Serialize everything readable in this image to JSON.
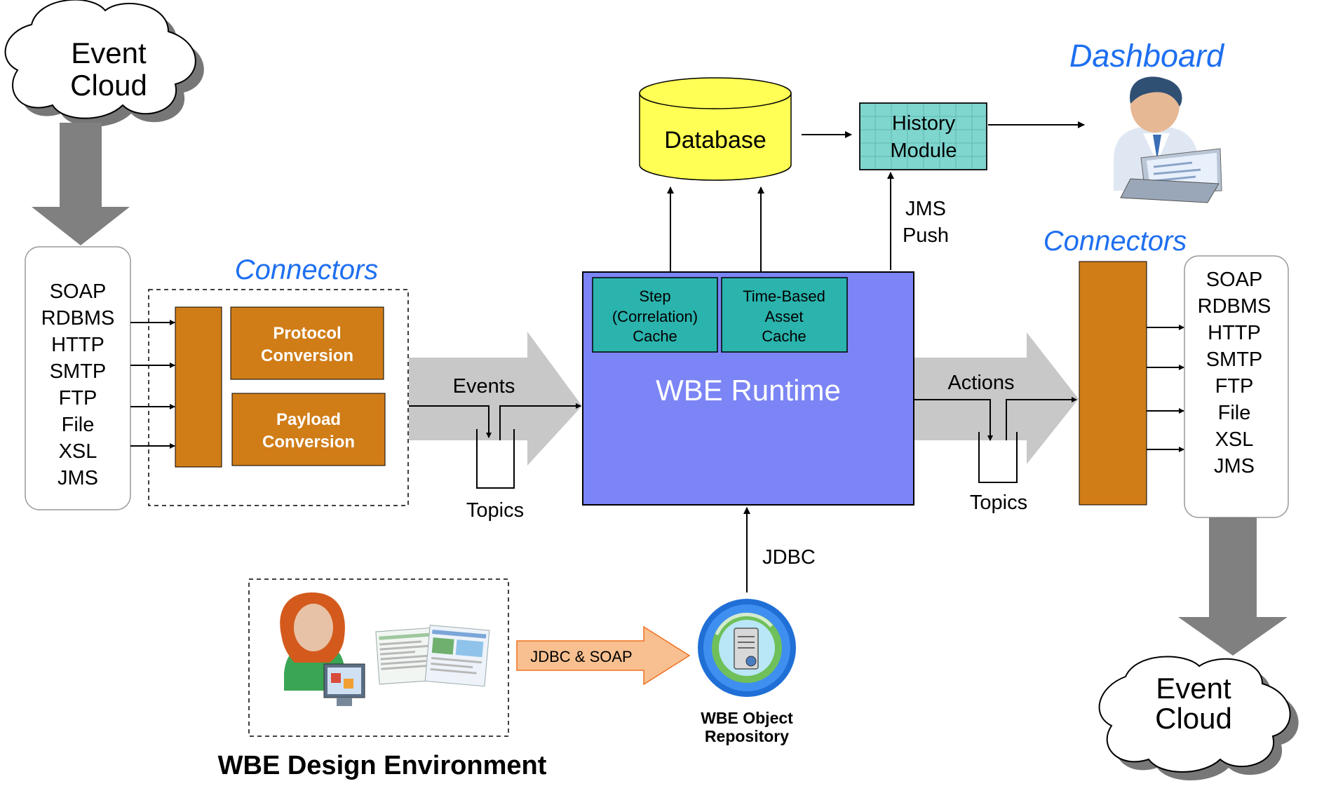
{
  "event_cloud_in": {
    "line1": "Event",
    "line2": "Cloud"
  },
  "event_cloud_out": {
    "line1": "Event",
    "line2": "Cloud"
  },
  "inbound": {
    "protocols": [
      "SOAP",
      "RDBMS",
      "HTTP",
      "SMTP",
      "FTP",
      "File",
      "XSL",
      "JMS"
    ],
    "connectors_label": "Connectors",
    "protocol_conversion": [
      "Protocol",
      "Conversion"
    ],
    "payload_conversion": [
      "Payload",
      "Conversion"
    ],
    "events_label": "Events",
    "topics_label": "Topics"
  },
  "runtime": {
    "title": "WBE Runtime",
    "step_cache": [
      "Step",
      "(Correlation)",
      "Cache"
    ],
    "asset_cache": [
      "Time-Based",
      "Asset",
      "Cache"
    ]
  },
  "database_label": "Database",
  "history_module": [
    "History",
    "Module"
  ],
  "jms_push": [
    "JMS",
    "Push"
  ],
  "dashboard_label": "Dashboard",
  "outbound": {
    "connectors_label": "Connectors",
    "actions_label": "Actions",
    "topics_label": "Topics",
    "protocols": [
      "SOAP",
      "RDBMS",
      "HTTP",
      "SMTP",
      "FTP",
      "File",
      "XSL",
      "JMS"
    ]
  },
  "jdbc_label": "JDBC",
  "jdbc_soap_label": "JDBC & SOAP",
  "repository": [
    "WBE Object",
    "Repository"
  ],
  "design_env_label": "WBE Design Environment",
  "colors": {
    "runtime_fill": "#7b85f5",
    "cache_fill": "#2bb3ad",
    "connector_fill": "#d07d18",
    "database_fill": "#ffff55",
    "history_fill": "#7fd6cf",
    "accent_text": "#1e6ff0",
    "big_arrow_fill": "#c8c8c8",
    "cloud_arrow_fill": "#808080",
    "jdbc_soap_fill": "#f8c090"
  }
}
